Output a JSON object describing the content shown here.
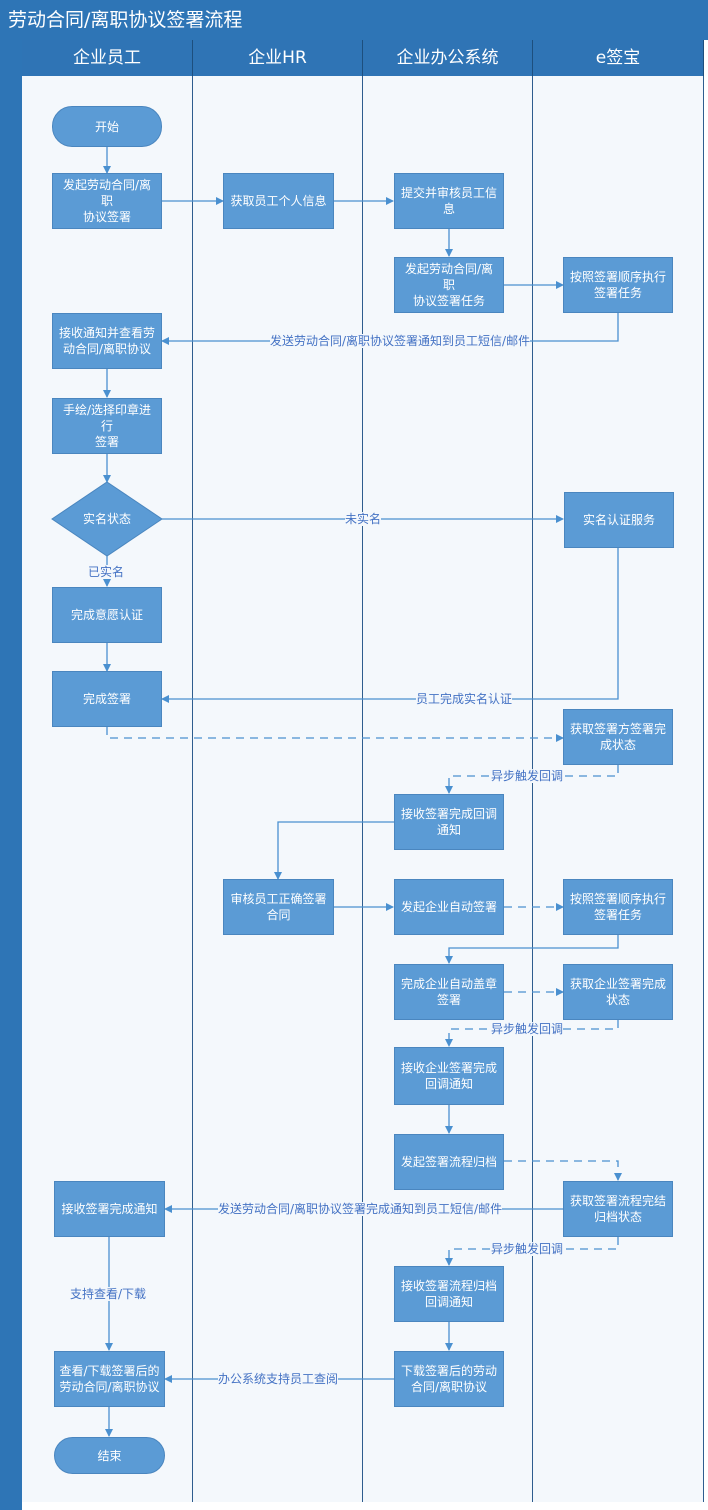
{
  "title": "劳动合同/离职协议签署流程",
  "lanes": [
    {
      "label": "企业员工"
    },
    {
      "label": "企业HR"
    },
    {
      "label": "企业办公系统"
    },
    {
      "label": "e签宝"
    }
  ],
  "nodes": {
    "start": "开始",
    "initiate": "发起劳动合同/离职\n协议签署",
    "get_info": "获取员工个人信息",
    "submit_review": "提交并审核员工信\n息",
    "create_task": "发起劳动合同/离职\n协议签署任务",
    "exec_task": "按照签署顺序执行\n签署任务",
    "receive_notice": "接收通知并查看劳\n动合同/离职协议",
    "sign_draw": "手绘/选择印章进行\n签署",
    "realname_status": "实名状态",
    "realname_service": "实名认证服务",
    "willing_auth": "完成意愿认证",
    "complete_sign": "完成签署",
    "get_signer_status": "获取签署方签署完\n成状态",
    "recv_callback": "接收签署完成回调\n通知",
    "hr_review": "审核员工正确签署\n合同",
    "auto_sign": "发起企业自动签署",
    "exec_task2": "按照签署顺序执行\n签署任务",
    "auto_seal_done": "完成企业自动盖章\n签署",
    "get_corp_status": "获取企业签署完成\n状态",
    "recv_corp_callback": "接收企业签署完成\n回调通知",
    "archive": "发起签署流程归档",
    "get_archive_status": "获取签署流程完结\n归档状态",
    "recv_done_notice": "接收签署完成通知",
    "recv_archive_callback": "接收签署流程归档\n回调通知",
    "download_signed": "下载签署后的劳动\n合同/离职协议",
    "view_download": "查看/下载签署后的\n劳动合同/离职协议",
    "end": "结束"
  },
  "edge_labels": {
    "send_notice": "发送劳动合同/离职协议签署通知到员工短信/邮件",
    "not_verified": "未实名",
    "verified": "已实名",
    "realname_done": "员工完成实名认证",
    "async1": "异步触发回调",
    "async2": "异步触发回调",
    "send_done": "发送劳动合同/离职协议签署完成通知到员工短信/邮件",
    "async3": "异步触发回调",
    "support_view": "支持查看/下载",
    "office_query": "办公系统支持员工查阅"
  },
  "colors": {
    "header": "#2e75b6",
    "node": "#5b9bd5",
    "line": "#4a90d0",
    "lane_bg": "#f4f8fc"
  }
}
